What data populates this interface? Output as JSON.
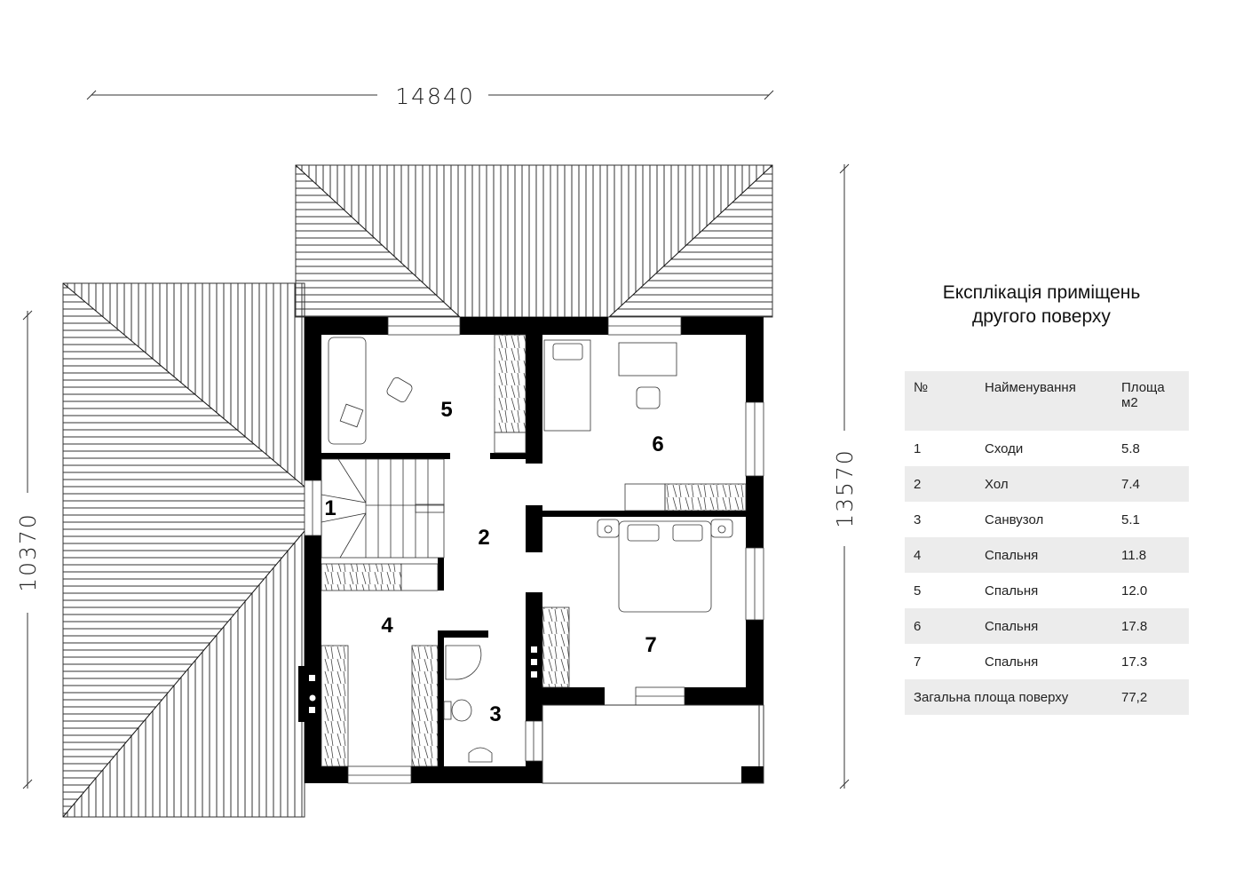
{
  "dimensions": {
    "width_total": "14840",
    "left_height": "10370",
    "right_height": "13570"
  },
  "rooms_labels": [
    "1",
    "2",
    "3",
    "4",
    "5",
    "6",
    "7"
  ],
  "explication": {
    "title_line1": "Експлікація приміщень",
    "title_line2": "другого поверху",
    "headers": {
      "num": "№",
      "name": "Найменування",
      "area_line1": "Площа",
      "area_line2": "м2"
    },
    "rows": [
      {
        "num": "1",
        "name": "Сходи",
        "area": "5.8"
      },
      {
        "num": "2",
        "name": "Хол",
        "area": "7.4"
      },
      {
        "num": "3",
        "name": "Санвузол",
        "area": "5.1"
      },
      {
        "num": "4",
        "name": "Спальня",
        "area": "11.8"
      },
      {
        "num": "5",
        "name": "Спальня",
        "area": "12.0"
      },
      {
        "num": "6",
        "name": "Спальня",
        "area": "17.8"
      },
      {
        "num": "7",
        "name": "Спальня",
        "area": "17.3"
      }
    ],
    "total_label": "Загальна площа поверху",
    "total_value": "77,2"
  }
}
